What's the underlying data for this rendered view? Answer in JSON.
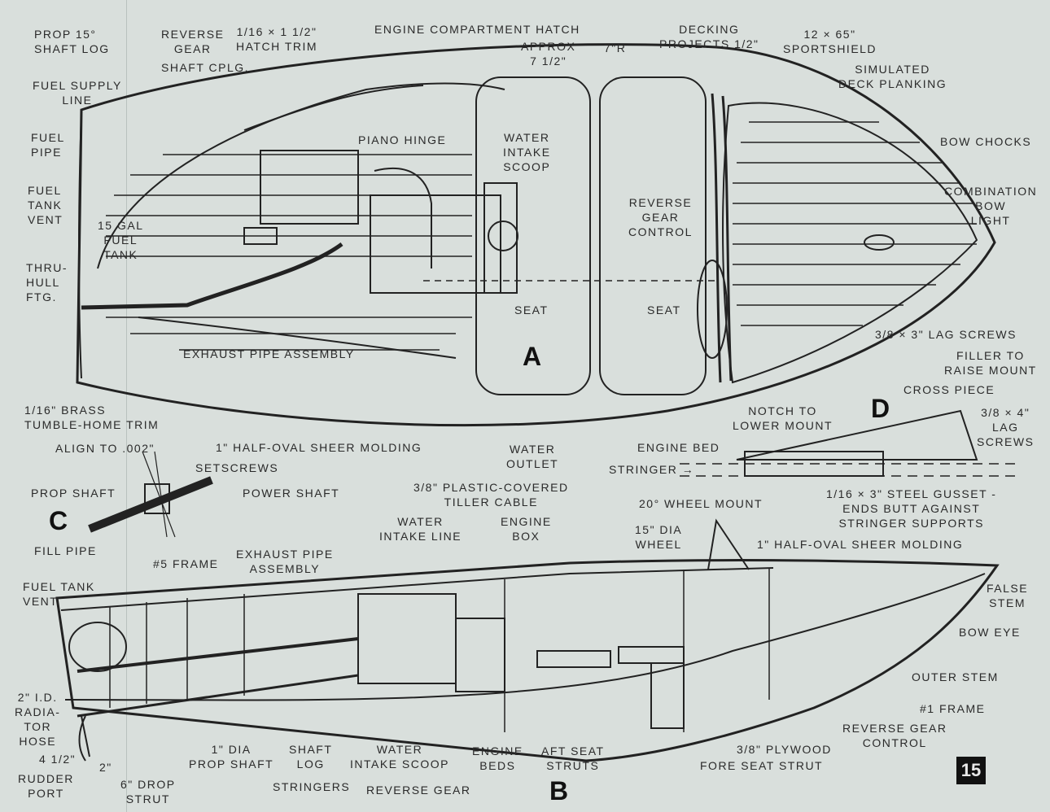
{
  "page_number": "15",
  "views": {
    "a": "A",
    "b": "B",
    "c": "C",
    "d": "D"
  },
  "top_view": {
    "prop_shaft_log": "Prop 15°\nShaft Log",
    "reverse_gear": "Reverse\nGear",
    "hatch_trim": "1/16 × 1 1/2\"\nHatch Trim",
    "shaft_cplg": "Shaft Cplg.",
    "engine_hatch": "Engine Compartment Hatch",
    "decking": "Decking\nProjects 1/2\"",
    "sportshield": "12 × 65\"\nSportshield",
    "approx": "Approx\n7 1/2\"",
    "radius": "7\"R",
    "deck_planking": "Simulated\nDeck Planking",
    "fuel_supply": "Fuel Supply\nLine",
    "fuel_pipe": "Fuel\nPipe",
    "piano_hinge": "Piano Hinge",
    "water_intake_scoop": "Water\nIntake\nScoop",
    "bow_chocks": "Bow Chocks",
    "bow_light": "Combination\nBow\nLight",
    "fuel_tank_vent": "Fuel\nTank\nVent",
    "fuel_tank": "15 Gal\nFuel\nTank",
    "reverse_gear_control": "Reverse\nGear\nControl",
    "thru_hull": "Thru-\nHull\nFtg.",
    "seat_aft": "Seat",
    "seat_fore": "Seat",
    "exhaust": "Exhaust Pipe Assembly",
    "tumble_home": "1/16\" Brass\nTumble-Home Trim",
    "sheer_molding": "1\" Half-Oval Sheer Molding",
    "water_outlet": "Water\nOutlet"
  },
  "detail_c": {
    "align": "Align to .002\"",
    "setscrews": "Setscrews",
    "prop_shaft": "Prop Shaft",
    "power_shaft": "Power Shaft"
  },
  "detail_d": {
    "lag_screws_3": "3/8 × 3\" Lag Screws",
    "filler": "Filler to\nRaise Mount",
    "cross_piece": "Cross Piece",
    "notch": "Notch to\nLower Mount",
    "lag_screws_4": "3/8 × 4\"\nLag\nScrews",
    "engine_bed": "Engine Bed",
    "stringer": "Stringer →",
    "gusset": "1/16 × 3\" Steel Gusset -\nEnds Butt Against\nStringer Supports"
  },
  "side_view": {
    "tiller_cable": "3/8\" Plastic-Covered\nTiller Cable",
    "wheel_mount": "20° Wheel Mount",
    "water_intake_line": "Water\nIntake Line",
    "engine_box": "Engine\nBox",
    "wheel": "15\" Dia\nWheel",
    "sheer_molding": "1\" Half-Oval Sheer Molding",
    "fill_pipe": "Fill Pipe",
    "frame5": "#5 Frame",
    "exhaust": "Exhaust Pipe\nAssembly",
    "fuel_tank_vent": "Fuel Tank\nVent",
    "false_stem": "False\nStem",
    "bow_eye": "Bow Eye",
    "outer_stem": "Outer Stem",
    "radiator_hose": "2\" I.D.\nRadia-\ntor\nHose",
    "frame1": "#1 Frame",
    "reverse_gear_control": "Reverse Gear\nControl",
    "dim_4_5": "4 1/2\"",
    "prop_shaft": "1\" Dia\nProp Shaft",
    "shaft_log": "Shaft\nLog",
    "water_intake_scoop": "Water\nIntake Scoop",
    "engine_beds": "Engine\nBeds",
    "aft_seat_struts": "Aft Seat\nStruts",
    "plywood": "3/8\" Plywood",
    "fore_seat_strut": "Fore   Seat Strut",
    "rudder_port": "Rudder\nPort",
    "dim_2": "2\"",
    "drop_strut": "6\" Drop\nStrut",
    "stringers": "Stringers",
    "reverse_gear": "Reverse Gear"
  }
}
